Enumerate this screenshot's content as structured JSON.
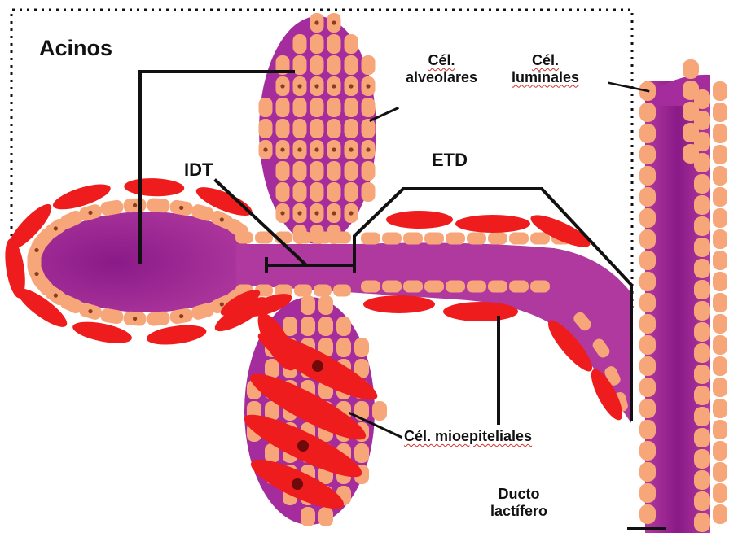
{
  "labels": {
    "acinos": "Acinos",
    "cel_alveolares": [
      "Cél.",
      "alveolares"
    ],
    "cel_luminales": [
      "Cél.",
      "luminales"
    ],
    "idt": "IDT",
    "etd": "ETD",
    "cel_mioepiteliales": "Cél. mioepiteliales",
    "ducto_lactifero": [
      "Ducto",
      "lactífero"
    ]
  },
  "colors": {
    "lumen": "#a52c9c",
    "lumen_dark": "#8a1a88",
    "luminal_cell": "#f7a679",
    "nucleus": "#8a3c1c",
    "myoepithelial": "#ee1c1c",
    "myo_nucleus": "#6e0a0a",
    "line": "#111111",
    "frame": "#111111"
  }
}
